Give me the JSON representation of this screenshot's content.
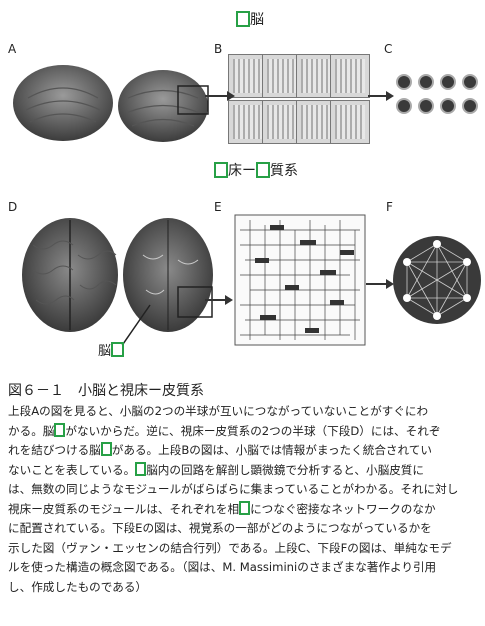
{
  "top_heading": {
    "suffix": "脳"
  },
  "mid_heading": {
    "part1": "床ー",
    "part2": "質系"
  },
  "panel_letters": {
    "a": "A",
    "b": "B",
    "c": "C",
    "d": "D",
    "e": "E",
    "f": "F"
  },
  "brain_label": "脳",
  "caption": "図６－１　小脳と視床ー皮質系",
  "body": {
    "line1": "上段Aの図を見ると、小脳の2つの半球が互いにつながっていないことがすぐにわ",
    "line2a": "かる。脳",
    "line2b": "がないからだ。逆に、視床ー皮質系の2つの半球（下段D）には、それぞ",
    "line3a": "れを結びつける脳",
    "line3b": "がある。上段Bの図は、小脳では情報がまったく統合されてい",
    "line4a": "ないことを表している。",
    "line4b": "脳内の回路を解剖し顕微鏡で分析すると、小脳皮質に",
    "line5": "は、無数の同じようなモジュールがばらばらに集まっていることがわかる。それに対し",
    "line6a": "視床ー皮質系のモジュールは、それぞれを相",
    "line6b": "につなぐ密接なネットワークのなか",
    "line7": "に配置されている。下段Eの図は、視覚系の一部がどのようにつながっているかを",
    "line8": "示した図（ヴァン・エッセンの結合行列）である。上段C、下段Fの図は、単純なモデ",
    "line9": "ルを使った構造の概念図である。（図は、M. Massiminiのさまざまな著作より引用",
    "line10": "し、作成したものである）"
  },
  "colors": {
    "highlight_box": "#27a046"
  }
}
